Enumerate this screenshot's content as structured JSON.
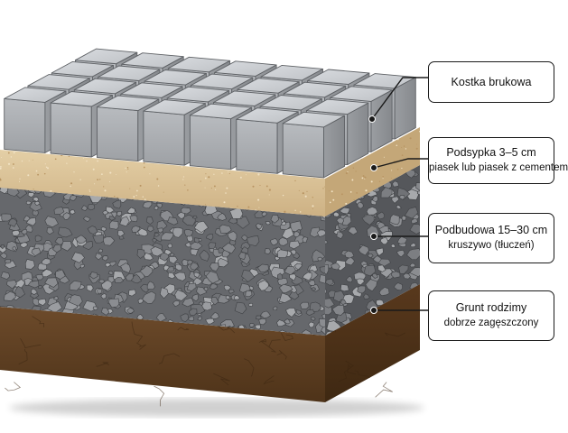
{
  "layers": [
    {
      "id": "paver",
      "label": "Kostka brukowa",
      "sub": ""
    },
    {
      "id": "bedding",
      "label": "Podsypka 3–5 cm",
      "sub": "piasek lub piasek z cementem"
    },
    {
      "id": "base",
      "label": "Podbudowa 15–30 cm",
      "sub": "kruszywo (tłuczeń)"
    },
    {
      "id": "subgrade",
      "label": "Grunt rodzimy",
      "sub": "dobrze zagęszczony"
    }
  ],
  "colors": {
    "paver": "#c9ccd0",
    "sand": "#dcc49a",
    "gravel": "#6f7175",
    "soil": "#6b4a2a"
  }
}
